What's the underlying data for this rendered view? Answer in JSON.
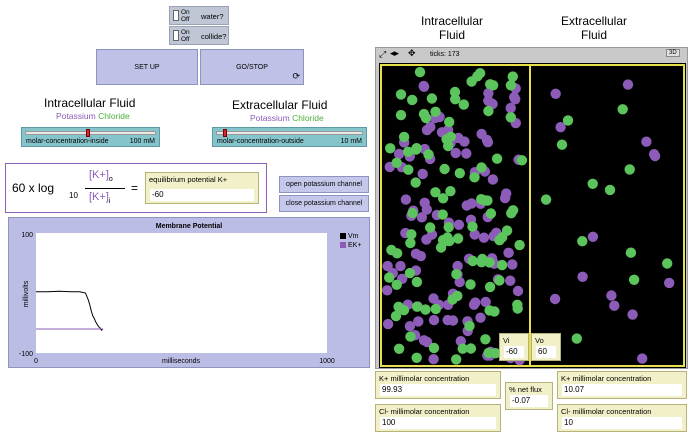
{
  "switches": [
    {
      "on": "On",
      "off": "Off",
      "label": "water?"
    },
    {
      "on": "On",
      "off": "Off",
      "label": "collide?"
    }
  ],
  "buttons": {
    "setup": "SET UP",
    "gostop": "GO/STOP",
    "open_channel": "open potassium channel",
    "close_channel": "close potassium channel"
  },
  "headings": {
    "intra": "Intracellular Fluid",
    "extra": "Extracellular Fluid",
    "intra_world": "Intracellular\nFluid",
    "extra_world": "Extracellular\nFluid",
    "potassium": "Potassium",
    "chloride": "Chloride"
  },
  "sliders": [
    {
      "name": "molar-concentration-inside",
      "value": "100 mM",
      "level": 0.47
    },
    {
      "name": "molar-concentration-outside",
      "value": "10 mM",
      "level": 0.05
    }
  ],
  "formula": {
    "prefix": "60 x log",
    "sub": "10",
    "numerator": "[K+]",
    "num_sub": "o",
    "denominator": "[K+]",
    "den_sub": "i",
    "equals": "="
  },
  "monitors": {
    "equilibrium_label": "equilibrium potential K+",
    "equilibrium_value": "-60",
    "vi_label": "Vi",
    "vi_value": "-60",
    "vo_label": "Vo",
    "vo_value": "60",
    "k_in_label": "K+ millimolar concentration",
    "k_in_value": "99.93",
    "cl_in_label": "Cl- millimolar concentration",
    "cl_in_value": "100",
    "flux_label": "% net flux",
    "flux_value": "-0.07",
    "k_out_label": "K+ millimolar concentration",
    "k_out_value": "10.07",
    "cl_out_label": "Cl- millimolar concentration",
    "cl_out_value": "10"
  },
  "world": {
    "ticks_label": "ticks: 173",
    "view_button": "3D",
    "membrane_color": "#e8e04a",
    "potassium_color": "#8c5cb8",
    "chloride_color": "#5cc45c"
  },
  "chart_data": {
    "type": "line",
    "title": "Membrane Potential",
    "xlabel": "milliseconds",
    "ylabel": "millivolts",
    "xlim": [
      0,
      1000
    ],
    "ylim": [
      -100,
      100
    ],
    "x_ticks": [
      "0",
      "1000"
    ],
    "y_ticks": [
      "100",
      "-100"
    ],
    "series": [
      {
        "name": "Vm",
        "color": "#000000",
        "x": [
          0,
          40,
          80,
          120,
          150,
          170,
          180,
          185,
          190,
          195,
          200,
          205,
          210,
          215,
          220,
          225,
          230
        ],
        "y": [
          2,
          2,
          3,
          2,
          2,
          0,
          -12,
          -20,
          -30,
          -38,
          -42,
          -48,
          -52,
          -56,
          -58,
          -62,
          -60
        ]
      },
      {
        "name": "EK+",
        "color": "#8c5cb8",
        "x": [
          0,
          230
        ],
        "y": [
          -60,
          -60
        ]
      }
    ]
  }
}
